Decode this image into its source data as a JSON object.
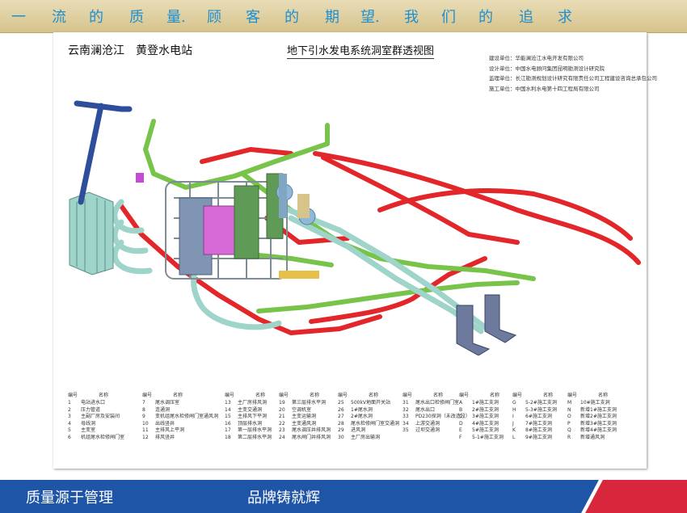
{
  "slogan": [
    "一",
    "流",
    "的",
    "质",
    "量.",
    "顾",
    "客",
    "的",
    "期",
    "望.",
    "我",
    "们",
    "的",
    "追",
    "求"
  ],
  "project_name": "云南澜沧江　黄登水电站",
  "diagram_title": "地下引水发电系统洞室群透视图",
  "credits": [
    "建设单位：华能澜沧江水电开发有限公司",
    "设计单位：中国水电顾问集团昆明勘测设计研究院",
    "监理单位：长江勘测规划设计研究有限责任公司工程建设咨询总承包公司",
    "施工单位：中国水利水电第十四工程局有限公司"
  ],
  "legend": {
    "header_num": "编号",
    "header_name": "名称",
    "columns": [
      [
        [
          "1",
          "电站进水口"
        ],
        [
          "2",
          "压力管道"
        ],
        [
          "3",
          "主副厂房及安装间"
        ],
        [
          "4",
          "母线洞"
        ],
        [
          "5",
          "主变室"
        ],
        [
          "6",
          "机组尾水检修闸门室"
        ]
      ],
      [
        [
          "7",
          "尾水调压室"
        ],
        [
          "8",
          "连通洞"
        ],
        [
          "9",
          "变机组尾水检修闸门室通风洞"
        ],
        [
          "10",
          "出线竖井"
        ],
        [
          "11",
          "主排风上平洞"
        ],
        [
          "12",
          "排风竖井"
        ]
      ],
      [
        [
          "13",
          "主厂房排风洞"
        ],
        [
          "14",
          "主变交通洞"
        ],
        [
          "15",
          "主排风下平洞"
        ],
        [
          "16",
          "顶层排水洞"
        ],
        [
          "17",
          "第一层排水平洞"
        ],
        [
          "18",
          "第二层排水平洞"
        ]
      ],
      [
        [
          "19",
          "第三层排水平洞"
        ],
        [
          "20",
          "空调机室"
        ],
        [
          "21",
          "主变运输洞"
        ],
        [
          "22",
          "主变通风洞"
        ],
        [
          "23",
          "尾水调压井排风洞"
        ],
        [
          "24",
          "尾水闸门井排风洞"
        ]
      ],
      [
        [
          "25",
          "500kV地面开关站"
        ],
        [
          "26",
          "1#尾水洞"
        ],
        [
          "27",
          "2#尾水洞"
        ],
        [
          "28",
          "尾水检修闸门室交通洞"
        ],
        [
          "29",
          "进风洞"
        ],
        [
          "30",
          "主厂房出输洞"
        ]
      ],
      [
        [
          "31",
          "尾水出口检修闸门室"
        ],
        [
          "32",
          "尾水出口"
        ],
        [
          "33",
          "PD230探洞（未改造段）"
        ],
        [
          "34",
          "上游交通洞"
        ],
        [
          "35",
          "过坝交通洞"
        ]
      ],
      [
        [
          "A",
          "1#施工支洞"
        ],
        [
          "B",
          "2#施工支洞"
        ],
        [
          "C",
          "3#施工支洞"
        ],
        [
          "D",
          "4#施工支洞"
        ],
        [
          "E",
          "5#施工支洞"
        ],
        [
          "F",
          "5-1#施工支洞"
        ]
      ],
      [
        [
          "G",
          "5-2#施工支洞"
        ],
        [
          "H",
          "5-3#施工支洞"
        ],
        [
          "I",
          "6#施工支洞"
        ],
        [
          "J",
          "7#施工支洞"
        ],
        [
          "K",
          "8#施工支洞"
        ],
        [
          "L",
          "9#施工支洞"
        ]
      ],
      [
        [
          "M",
          "10#施工支洞"
        ],
        [
          "N",
          "新增1#施工支洞"
        ],
        [
          "O",
          "新增2#施工支洞"
        ],
        [
          "P",
          "新增3#施工支洞"
        ],
        [
          "Q",
          "新增4#施工支洞"
        ],
        [
          "R",
          "新增通风洞"
        ]
      ]
    ]
  },
  "footer": {
    "left": "质量源于管理",
    "right": "品牌铸就辉"
  },
  "colors": {
    "red": "#e3262a",
    "green": "#78c34a",
    "teal": "#9ed4c9",
    "blue": "#2e4d9b",
    "purple": "#c64bd4",
    "footer_blue": "#1f55a7",
    "footer_red": "#d8263d",
    "slogan": "#1d8fd0"
  }
}
